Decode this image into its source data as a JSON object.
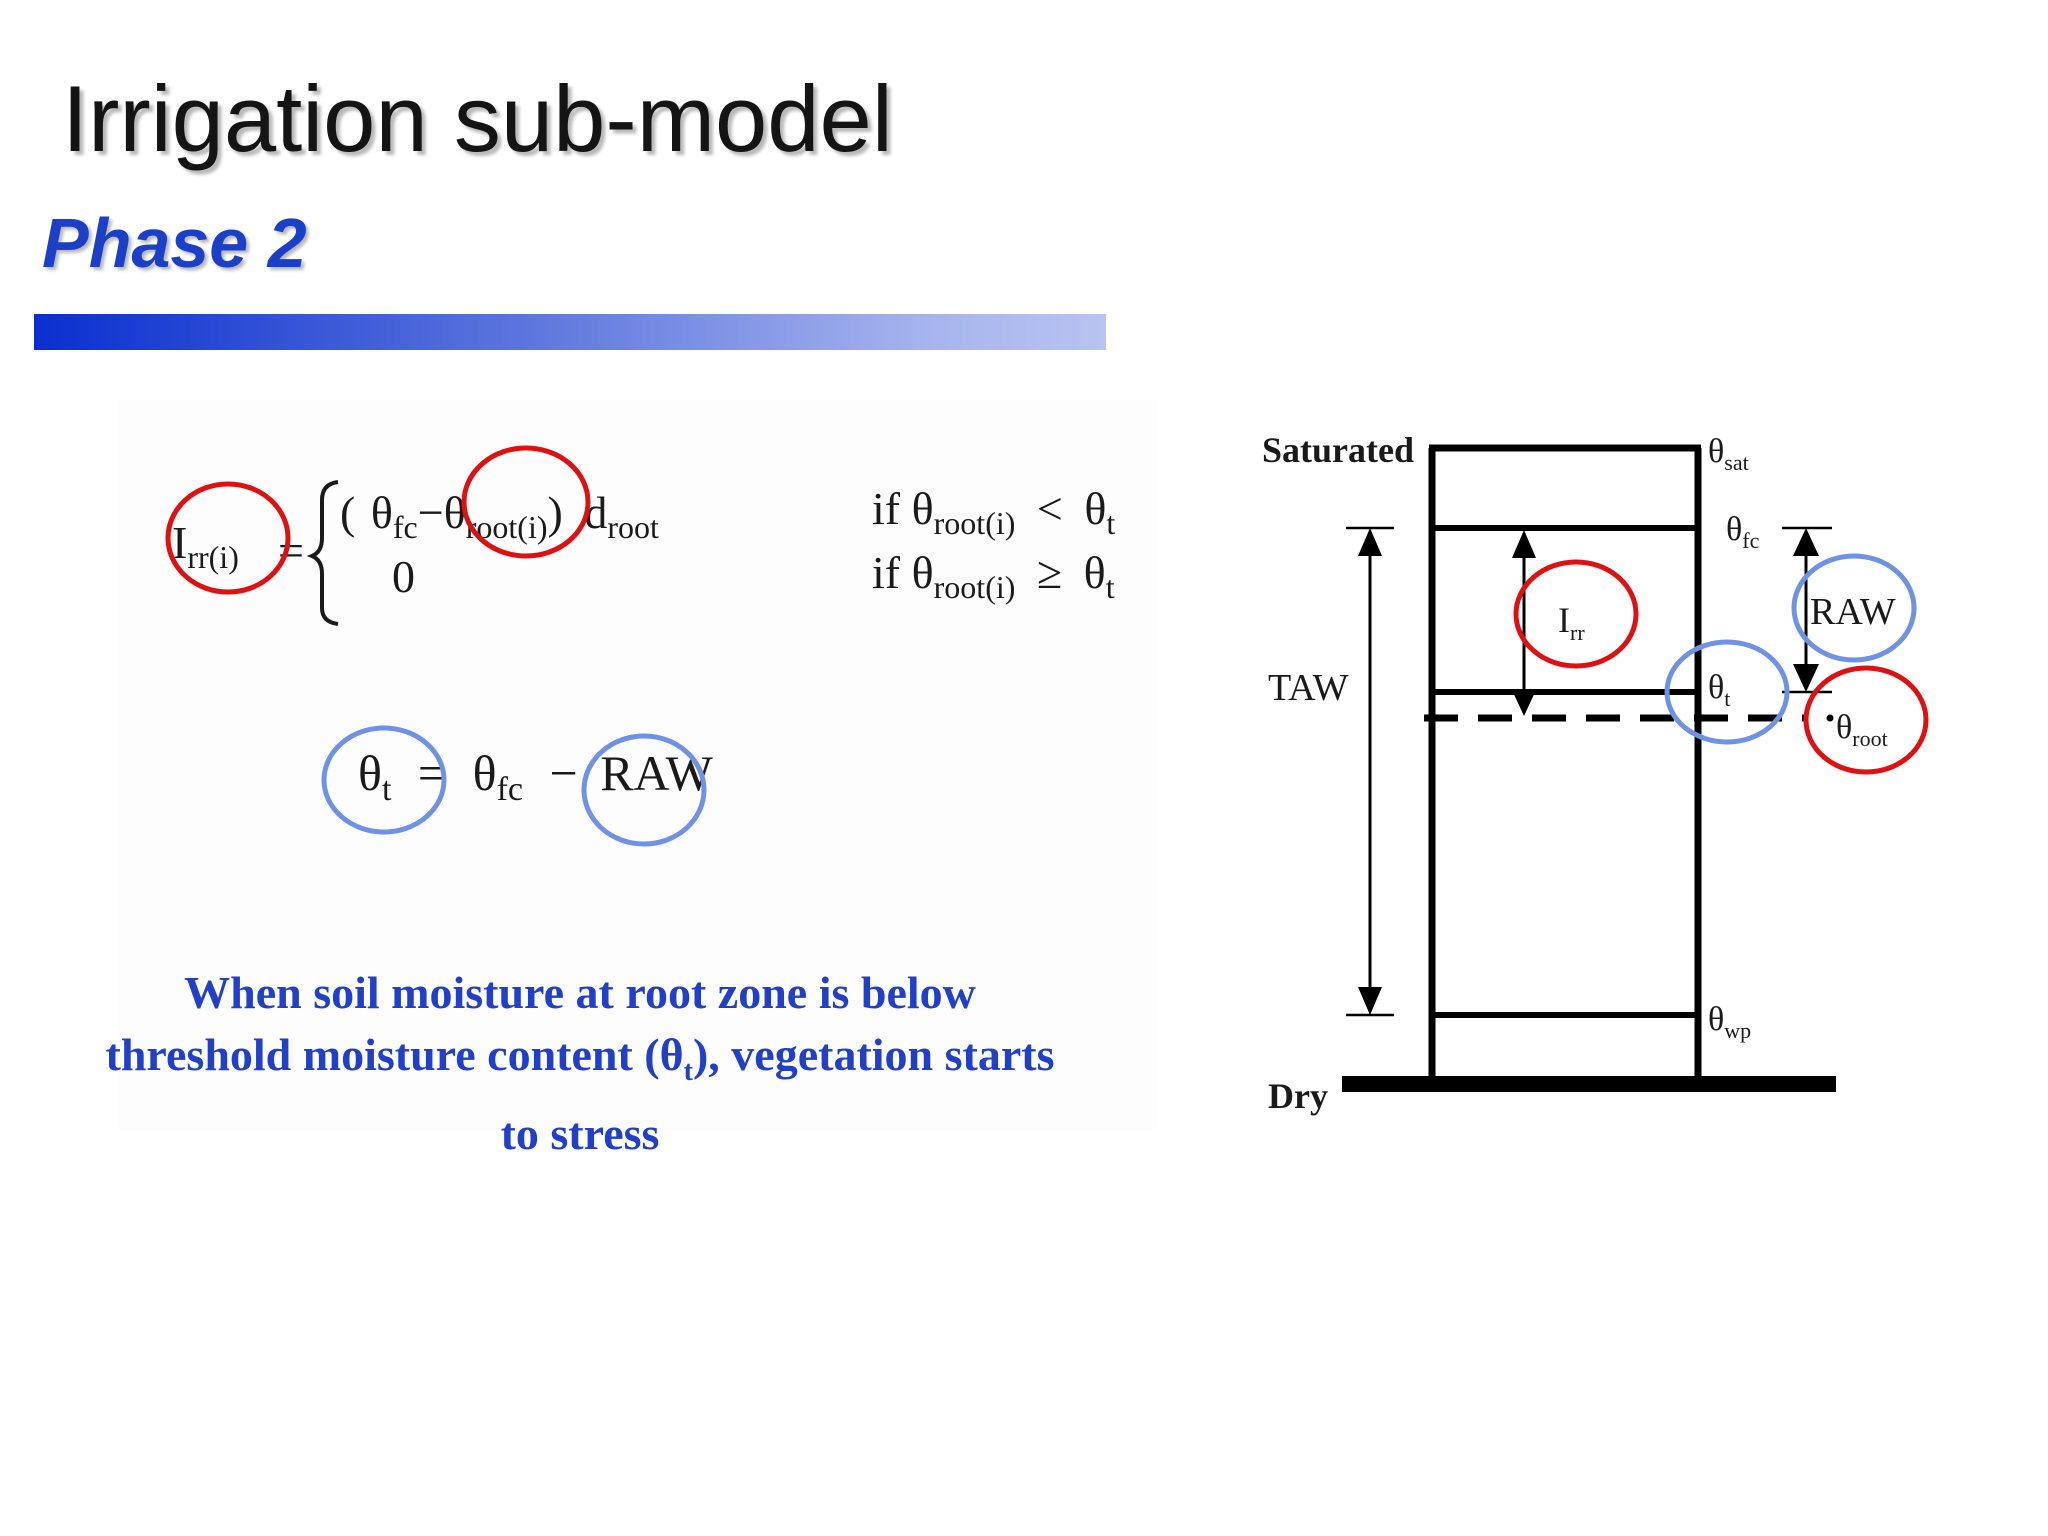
{
  "slide": {
    "title": "Irrigation sub-model",
    "subtitle": "Phase 2",
    "colors": {
      "title": "#141414",
      "subtitle": "#1a3fc9",
      "rule_start": "#0a2fd0",
      "rule_end": "#b8c3f1",
      "red_circle": "#e01010",
      "blue_circle": "#6e93e6",
      "note": "#1f3fcc"
    }
  },
  "equation1": {
    "lhs": "I",
    "lhs_sub": "rr(i)",
    "equals": "=",
    "case1_open": "(",
    "case1_theta_fc": "θ",
    "case1_fc_sub": "fc",
    "case1_minus": "−",
    "case1_theta_root": "θ",
    "case1_root_sub": "root(i)",
    "case1_close": ")",
    "case1_d": "d",
    "case1_d_sub": "root",
    "case2_value": "0",
    "cond1_if": "if θ",
    "cond1_sub": "root(i)",
    "cond1_op": "<",
    "cond1_theta": "θ",
    "cond1_t_sub": "t",
    "cond2_if": "if θ",
    "cond2_sub": "root(i)",
    "cond2_op": "≥",
    "cond2_theta": "θ",
    "cond2_t_sub": "t"
  },
  "equation2": {
    "theta": "θ",
    "t_sub": "t",
    "equals": "=",
    "theta_fc": "θ",
    "fc_sub": "fc",
    "minus": "−",
    "raw": "RAW"
  },
  "note": {
    "line1": "When soil moisture at root zone is below",
    "line2_before": "threshold moisture content (θ",
    "line2_sub": "t",
    "line2_after": "), vegetation starts",
    "line3": "to stress"
  },
  "diagram": {
    "saturated": "Saturated",
    "dry": "Dry",
    "taw": "TAW",
    "raw": "RAW",
    "irr": "I",
    "irr_sub": "rr",
    "theta": "θ",
    "sat_sub": "sat",
    "fc_sub": "fc",
    "t_sub": "t",
    "root_sub": "root",
    "wp_sub": "wp"
  }
}
